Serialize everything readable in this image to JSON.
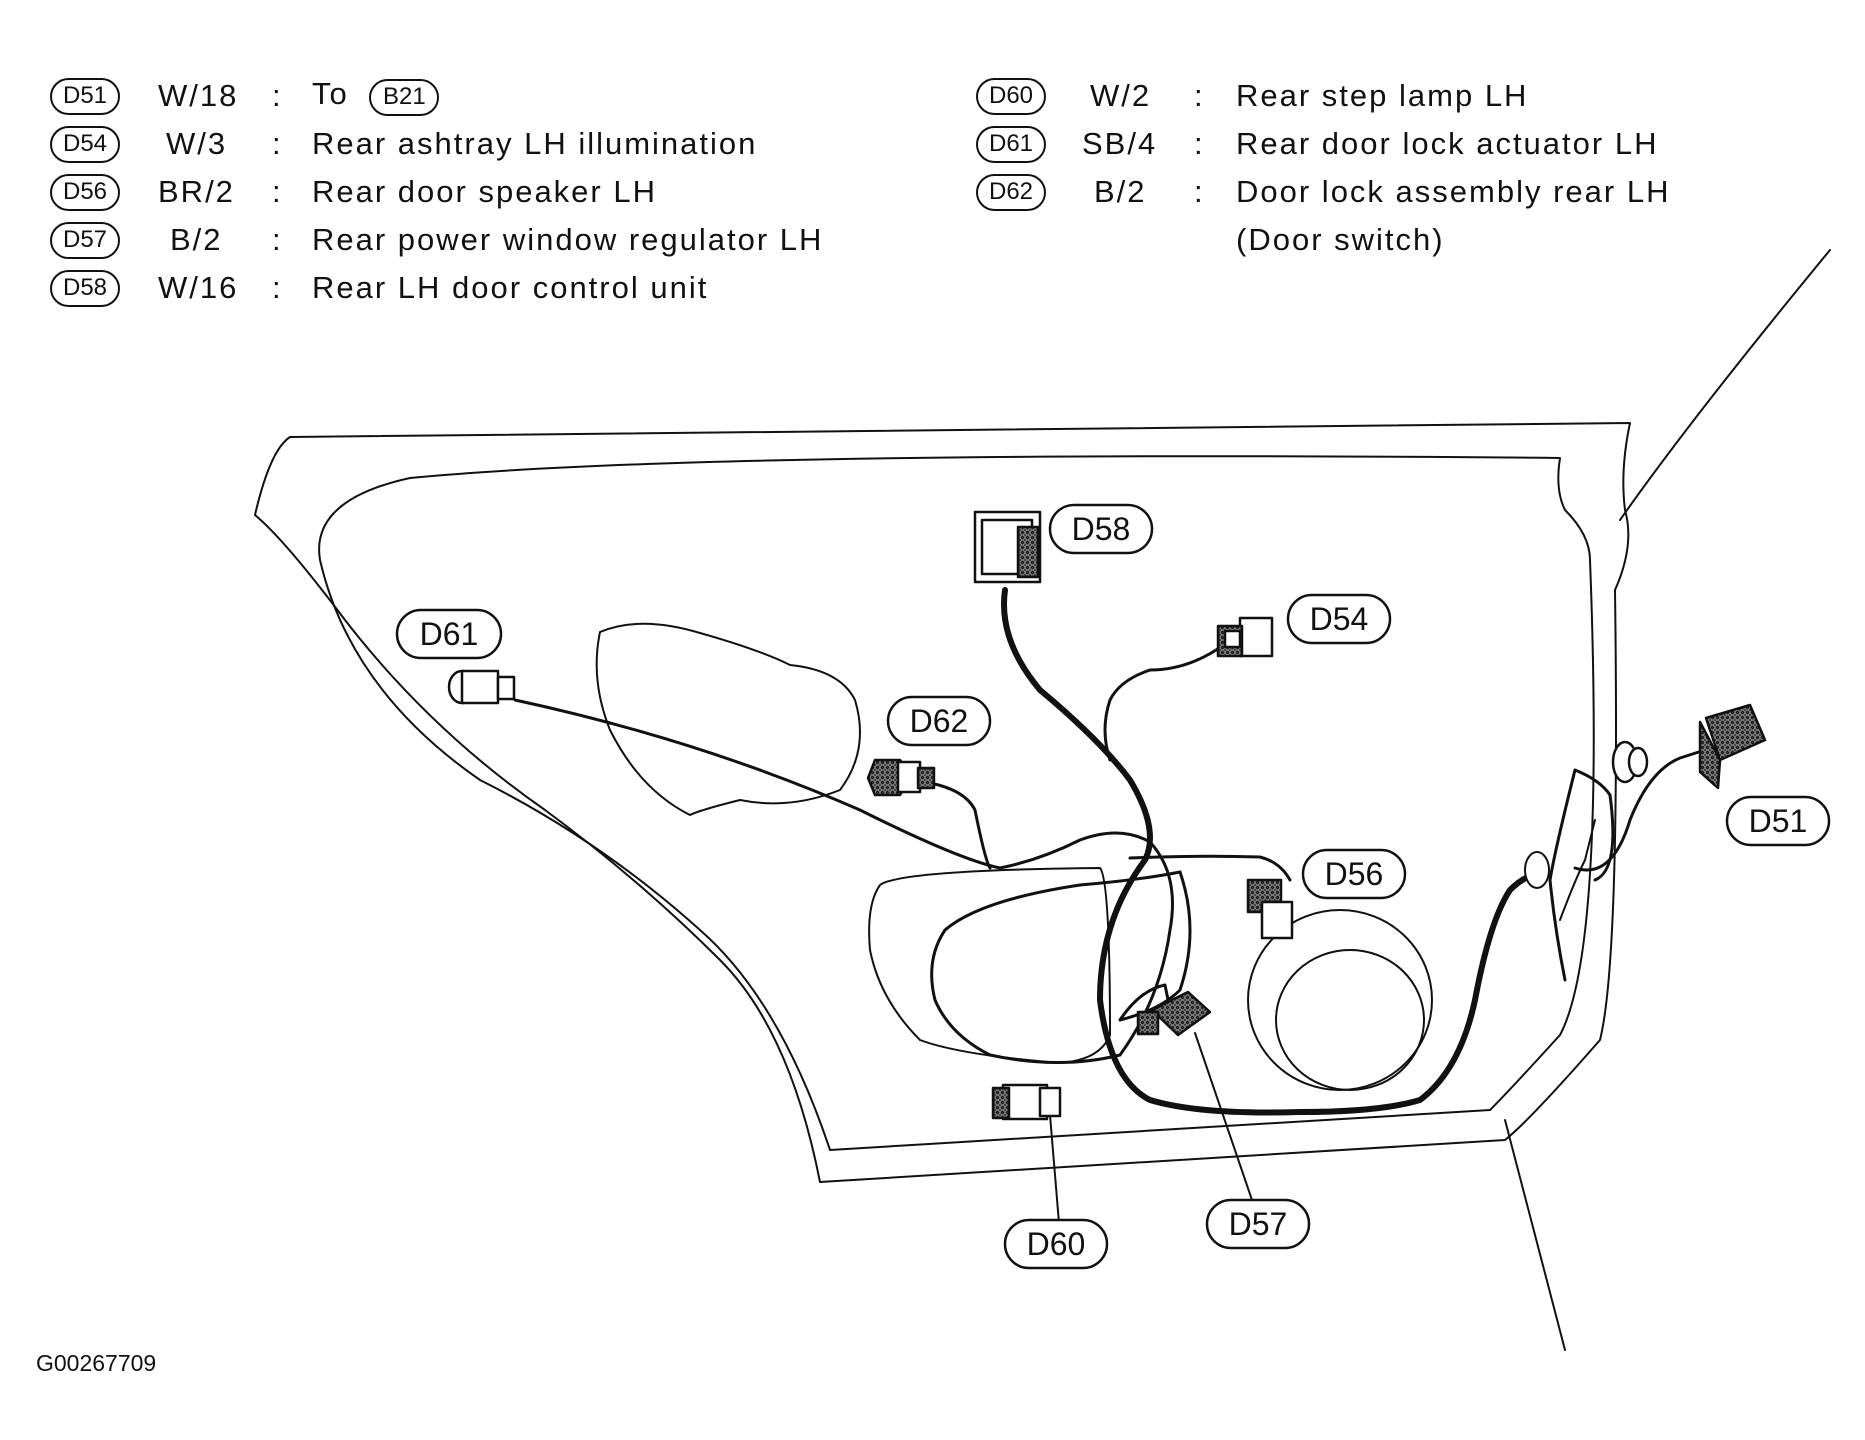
{
  "legend_left": [
    {
      "id": "D51",
      "code": "W/18",
      "desc": "To",
      "ref": "B21"
    },
    {
      "id": "D54",
      "code": "W/3",
      "desc": "Rear  ashtray  LH  illumination"
    },
    {
      "id": "D56",
      "code": "BR/2",
      "desc": "Rear  door  speaker  LH"
    },
    {
      "id": "D57",
      "code": "B/2",
      "desc": "Rear  power  window  regulator  LH"
    },
    {
      "id": "D58",
      "code": "W/16",
      "desc": "Rear  LH  door  control  unit"
    }
  ],
  "legend_right": [
    {
      "id": "D60",
      "code": "W/2",
      "desc": "Rear  step  lamp  LH"
    },
    {
      "id": "D61",
      "code": "SB/4",
      "desc": "Rear  door  lock  actuator  LH"
    },
    {
      "id": "D62",
      "code": "B/2",
      "desc": "Door  lock  assembly  rear  LH",
      "desc2": "(Door  switch)"
    }
  ],
  "colon": ":",
  "callouts": {
    "d58": "D58",
    "d54": "D54",
    "d61": "D61",
    "d62": "D62",
    "d56": "D56",
    "d51": "D51",
    "d57": "D57",
    "d60": "D60"
  },
  "figure_id": "G00267709"
}
